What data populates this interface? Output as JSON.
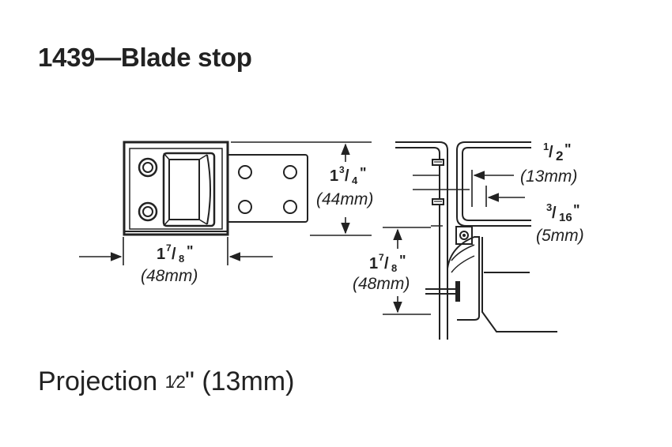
{
  "title": "1439—Blade stop",
  "projection": {
    "label": "Projection",
    "fraction": "1⁄2",
    "rest": "\" (13mm)"
  },
  "dimensions": {
    "width": {
      "whole": "1",
      "num": "7",
      "den": "8",
      "inch": "\"",
      "metric": "(48mm)"
    },
    "height": {
      "whole": "1",
      "num": "3",
      "den": "4",
      "inch": "\"",
      "metric": "(44mm)"
    },
    "offset": {
      "whole": "1",
      "num": "7",
      "den": "8",
      "inch": "\"",
      "metric": "(48mm)"
    },
    "projection_side": {
      "num": "1",
      "den": "2",
      "inch": "\"",
      "metric": "(13mm)"
    },
    "gap": {
      "num": "3",
      "den": "16",
      "inch": "\"",
      "metric": "(5mm)"
    }
  },
  "colors": {
    "line": "#222222",
    "background": "#ffffff"
  }
}
